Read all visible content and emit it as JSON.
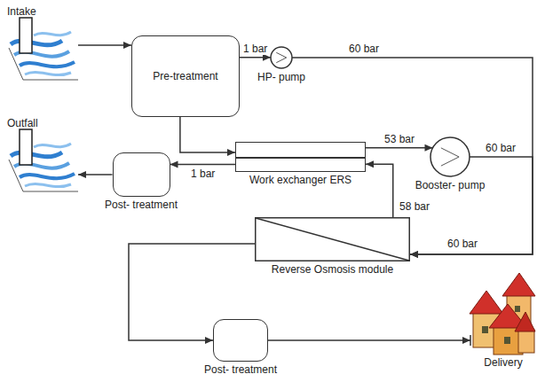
{
  "diagram": {
    "nodes": [
      {
        "text": [
          "Intake"
        ]
      },
      {
        "text": [
          "Pre-treatment"
        ]
      },
      {
        "text": [
          "HP- pump"
        ]
      },
      {
        "text": [
          "Outfall"
        ]
      },
      {
        "text": [
          "Post- treatment"
        ]
      },
      {
        "text": [
          "Work exchanger ERS"
        ]
      },
      {
        "text": [
          "Booster- pump"
        ]
      },
      {
        "text": [
          "Reverse Osmosis module"
        ]
      },
      {
        "text": [
          "Post- treatment"
        ]
      },
      {
        "text": [
          "Delivery"
        ]
      }
    ],
    "edges": [
      {
        "from": 0,
        "to": 1,
        "arrow": "to"
      },
      {
        "from": 1,
        "to": 2,
        "label": "1 bar",
        "arrow": "to"
      },
      {
        "from": 2,
        "to": 7,
        "label": "60 bar",
        "arrow": "to"
      },
      {
        "from": 1,
        "to": 5,
        "arrow": "to"
      },
      {
        "from": 5,
        "to": 6,
        "label": "53 bar",
        "arrow": "to"
      },
      {
        "from": 6,
        "to": 7,
        "label": "60 bar",
        "arrow": "to"
      },
      {
        "from": 7,
        "to": 5,
        "label": "58 bar",
        "arrow": "to"
      },
      {
        "from": 5,
        "to": 4,
        "label": "1 bar",
        "arrow": "to"
      },
      {
        "from": 4,
        "to": 3,
        "arrow": "to"
      },
      {
        "from": 7,
        "to": 8,
        "arrow": "to"
      },
      {
        "from": 8,
        "to": 9,
        "arrow": "to"
      }
    ],
    "labels": [
      "60 bar"
    ]
  }
}
